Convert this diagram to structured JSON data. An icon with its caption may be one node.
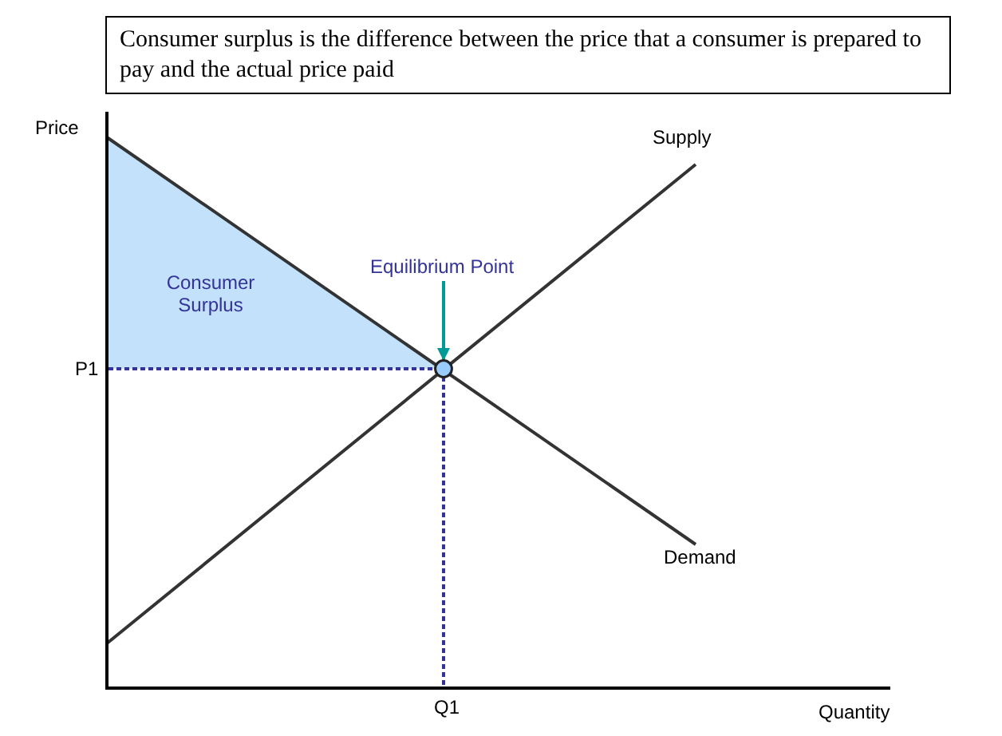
{
  "diagram": {
    "title": "Consumer surplus is the difference between the price that a consumer is prepared to pay and the actual price paid",
    "nodes": [
      {
        "text": [
          "Consumer Surplus"
        ]
      },
      {
        "text": [
          "Equilibrium Point"
        ]
      },
      {
        "text": [],
        "shape": "circle"
      }
    ],
    "edges": [
      {
        "from": 1,
        "to": 2,
        "arrow": "to"
      }
    ],
    "labels": [
      "Price",
      "Supply",
      "P1",
      "Demand",
      "Q1",
      "Quantity"
    ]
  }
}
